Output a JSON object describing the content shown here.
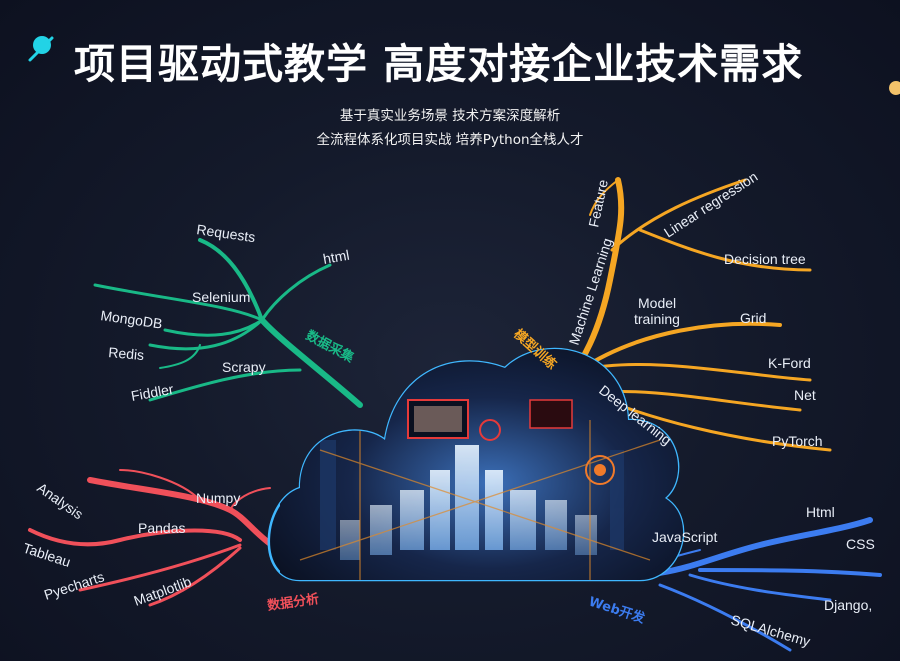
{
  "header": {
    "title": "项目驱动式教学 高度对接企业技术需求",
    "subtitle_line1": "基于真实业务场景 技术方案深度解析",
    "subtitle_line2": "全流程体系化项目实战 培养Python全栈人才"
  },
  "colors": {
    "data_collection": "#19b987",
    "model_training": "#f5a623",
    "data_analysis": "#f0505a",
    "web_dev": "#3c7cf0",
    "accent_dot": "#22d3e6",
    "accent_dot2": "#f3c26a"
  },
  "branches": {
    "data_collection": {
      "label": "数据采集",
      "leaves": [
        "Requests",
        "html",
        "Selenium",
        "MongoDB",
        "Redis",
        "Scrapy",
        "Fiddler"
      ]
    },
    "model_training": {
      "label": "模型训练",
      "leaves": [
        "Feature",
        "Linear regression",
        "Machine Learning",
        "Decision tree",
        "Model",
        "training",
        "Grid",
        "K-Ford",
        "Net",
        "Deep learning",
        "PyTorch"
      ]
    },
    "data_analysis": {
      "label": "数据分析",
      "leaves": [
        "Analysis",
        "Numpy",
        "Pandas",
        "Tableau",
        "Pyecharts",
        "Matplotlib"
      ]
    },
    "web_dev": {
      "label": "Web开发",
      "leaves": [
        "Html",
        "JavaScript",
        "CSS",
        "Django,",
        "SQLAlchemy"
      ]
    }
  },
  "center": {
    "icon": "cloud-city-icon"
  }
}
